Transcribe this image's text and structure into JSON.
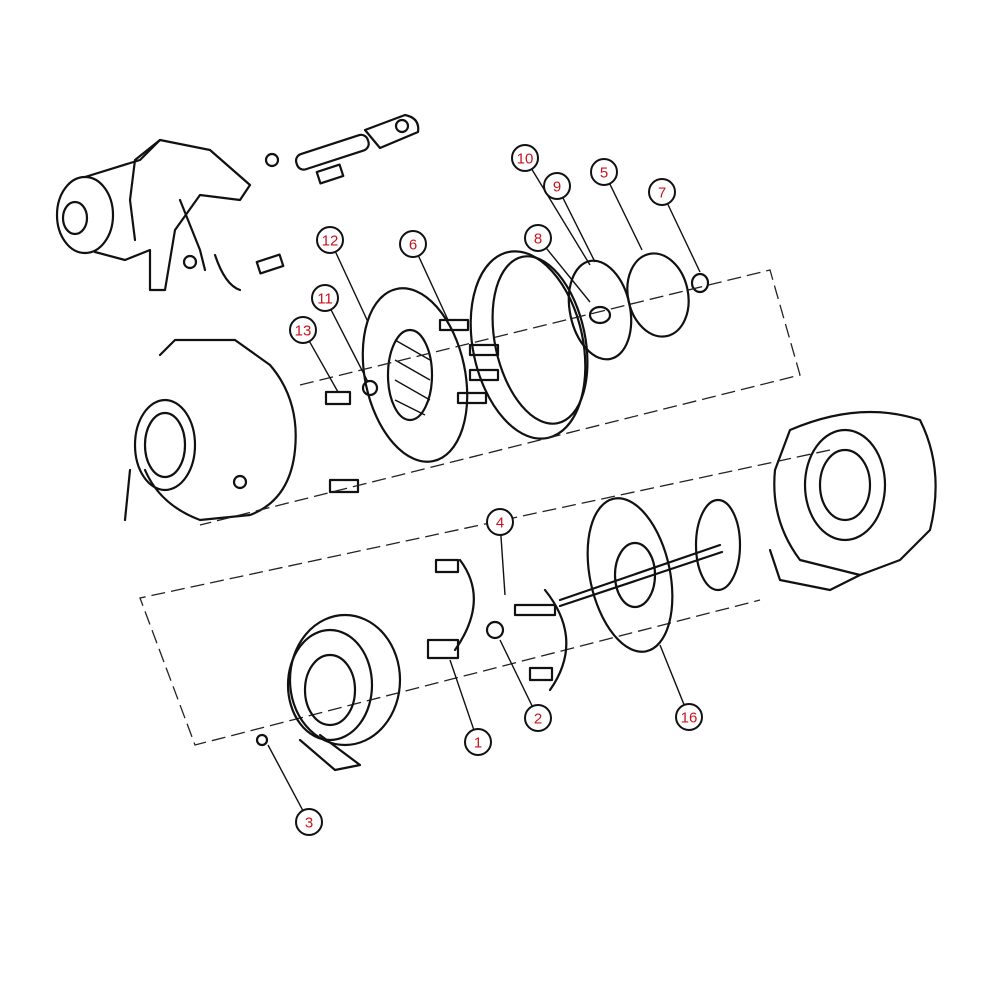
{
  "diagram": {
    "title": "Turbocharger exploded view",
    "callouts": [
      "10",
      "9",
      "5",
      "7",
      "12",
      "6",
      "8",
      "11",
      "13",
      "4",
      "1",
      "2",
      "16",
      "3"
    ],
    "colors": {
      "label_text": "#c8141e",
      "line": "#111111"
    }
  }
}
